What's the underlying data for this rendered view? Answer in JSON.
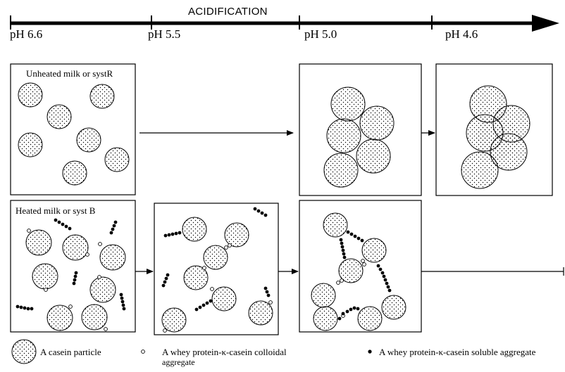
{
  "axis": {
    "title": "ACIDIFICATION",
    "ticks": [
      "pH 6.6",
      "pH 5.5",
      "pH 5.0",
      "pH 4.6"
    ]
  },
  "panels": {
    "unheated_label": "Unheated milk or systR",
    "heated_label": "Heated milk or syst B"
  },
  "legend": {
    "casein_particle": "A casein particle",
    "colloidal_aggregate_line1": "A whey protein-κ-casein colloidal",
    "colloidal_aggregate_line2": "aggregate",
    "soluble_aggregate": "A whey protein-κ-casein soluble aggregate"
  },
  "colors": {
    "line": "#000000",
    "background": "#ffffff"
  }
}
